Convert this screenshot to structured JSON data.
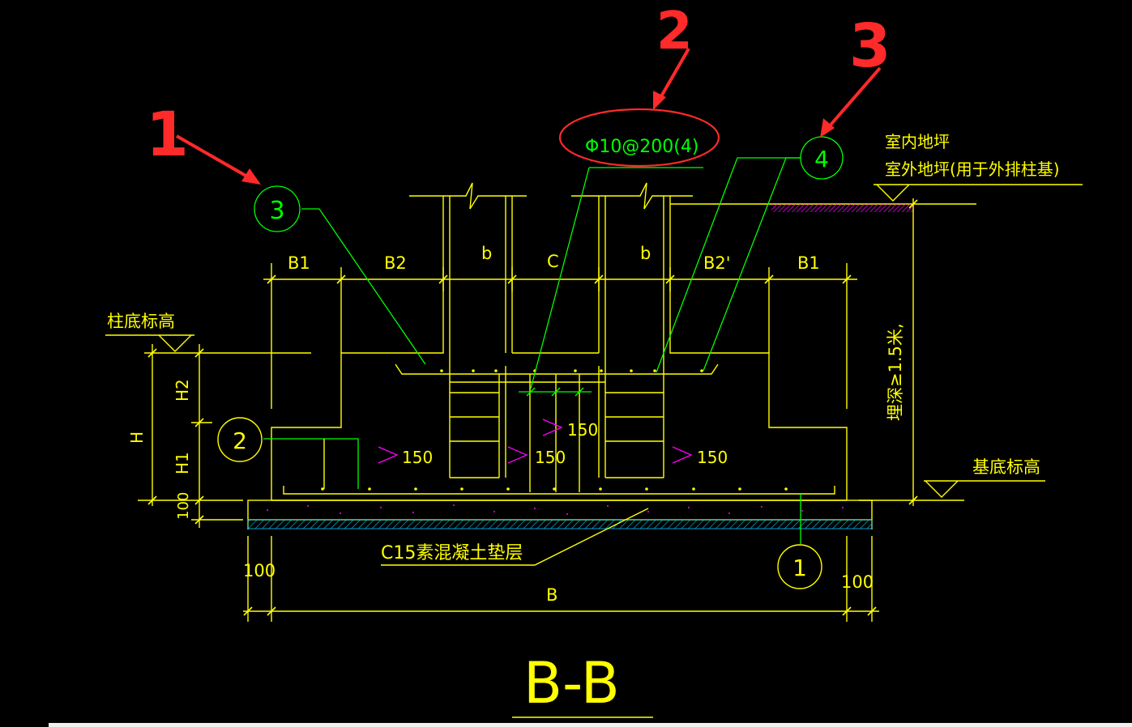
{
  "drawing": {
    "section_title": "B-B",
    "labels": {
      "dim_b1_left": "B1",
      "dim_b2": "B2",
      "dim_b_left": "b",
      "dim_c": "C",
      "dim_b_right": "b",
      "dim_b2_prime": "B2'",
      "dim_b1_right": "B1",
      "dim_b_total": "B",
      "dim_100_left": "100",
      "dim_100_right": "100",
      "dim_100_vertical": "100",
      "dim_h": "H",
      "dim_h1": "H1",
      "dim_h2": "H2",
      "col_base_elev": "柱底标高",
      "indoor_floor": "室内地坪",
      "outdoor_floor": "室外地坪(用于外排柱基)",
      "base_elev": "基底标高",
      "embed_depth": "埋深≥1.5米,",
      "cushion": "C15素混凝土垫层",
      "stirrup_spec": "Φ10@200(4)",
      "slope_150_a": "150",
      "slope_150_b": "150",
      "slope_150_c": "150",
      "slope_150_d": "150"
    },
    "markers": {
      "m1": "1",
      "m2": "2",
      "m3": "3",
      "m4": "4"
    },
    "annotations": {
      "a1": "1",
      "a2": "2",
      "a3": "3"
    },
    "colors": {
      "lines": "#ffff00",
      "leaders": "#00ff00",
      "annotation": "#ff2a2a",
      "hatch": "#ff00ff",
      "cushion_hatch": "#00c8ff"
    }
  }
}
